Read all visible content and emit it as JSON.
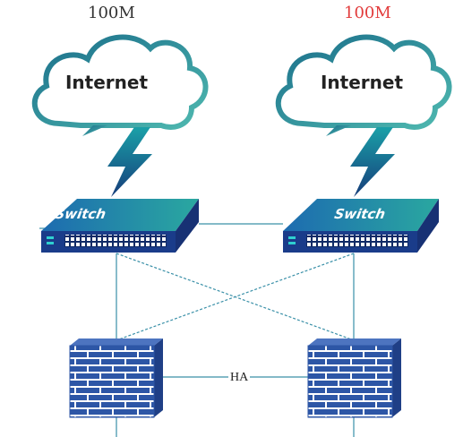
{
  "diagram": {
    "left_bandwidth": "100M",
    "right_bandwidth": "100M",
    "cloud_label": "Internet",
    "switch_label": "Switch",
    "ha_label": "HA"
  },
  "colors": {
    "right_bandwidth": "#e23b3b",
    "link": "#3a90a8",
    "switch_top": "#1f7f8a",
    "switch_front": "#1a3c8a",
    "firewall_brick": "#2d56a6",
    "lightning": "#1b8fa3",
    "cloud_outline": "#2a7a88"
  }
}
